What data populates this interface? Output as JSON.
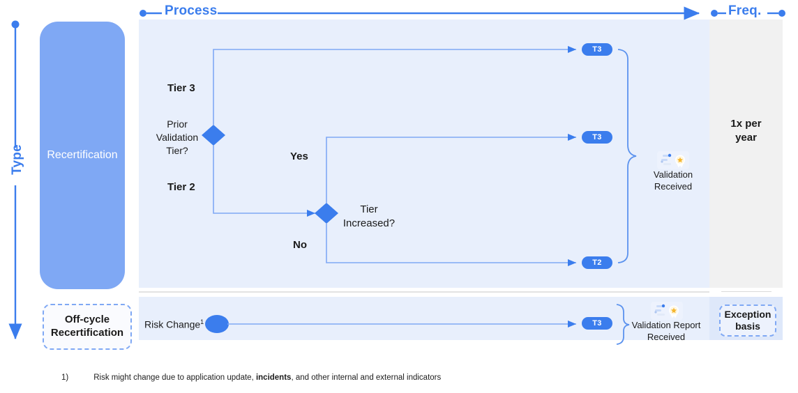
{
  "axes": {
    "process": {
      "label": "Process",
      "icon": "arrow-right-icon"
    },
    "frequency": {
      "label": "Freq.",
      "icon": "dot-icon"
    },
    "type": {
      "label": "Type",
      "icon": "arrow-down-icon"
    }
  },
  "type_column": {
    "main": {
      "label": "Recertification"
    },
    "offcycle": {
      "line1": "Off-cycle",
      "line2": "Recertification"
    }
  },
  "frequency_column": {
    "main": {
      "line1": "1x per",
      "line2": "year"
    },
    "offcycle": {
      "line1": "Exception",
      "line2": "basis"
    }
  },
  "flow_main": {
    "decision_prior": {
      "label_line1": "Prior",
      "label_line2": "Validation",
      "label_line3": "Tier?"
    },
    "decision_increased": {
      "label_line1": "Tier",
      "label_line2": "Increased?"
    },
    "edge_tier3": "Tier 3",
    "edge_tier2": "Tier 2",
    "edge_yes": "Yes",
    "edge_no": "No",
    "outcomes": [
      {
        "badge": "T3",
        "name": "tier-3-top"
      },
      {
        "badge": "T3",
        "name": "tier-3-mid"
      },
      {
        "badge": "T2",
        "name": "tier-2-bottom"
      }
    ],
    "result": {
      "line1": "Validation",
      "line2": "Received",
      "icon": "award-badge-icon"
    }
  },
  "flow_offcycle": {
    "start": {
      "label": "Risk Change",
      "footnote_marker": "1"
    },
    "outcome": {
      "badge": "T3",
      "name": "tier-3-offcycle"
    },
    "result": {
      "line1": "Validation Report",
      "line2": "Received",
      "icon": "award-badge-icon"
    }
  },
  "footnote": {
    "marker": "1)",
    "text_before": "Risk might change due to application update, ",
    "text_bold": "incidents",
    "text_after": ", and other internal and external indicators"
  },
  "colors": {
    "accent_blue": "#3B7DED",
    "chip_blue": "#7FA8F4",
    "lane_blue": "#E8EFFC",
    "lane_gray": "#F1F1F1",
    "offcycle_freq_blue": "#DEE8FA",
    "star_gold": "#F5B731"
  }
}
